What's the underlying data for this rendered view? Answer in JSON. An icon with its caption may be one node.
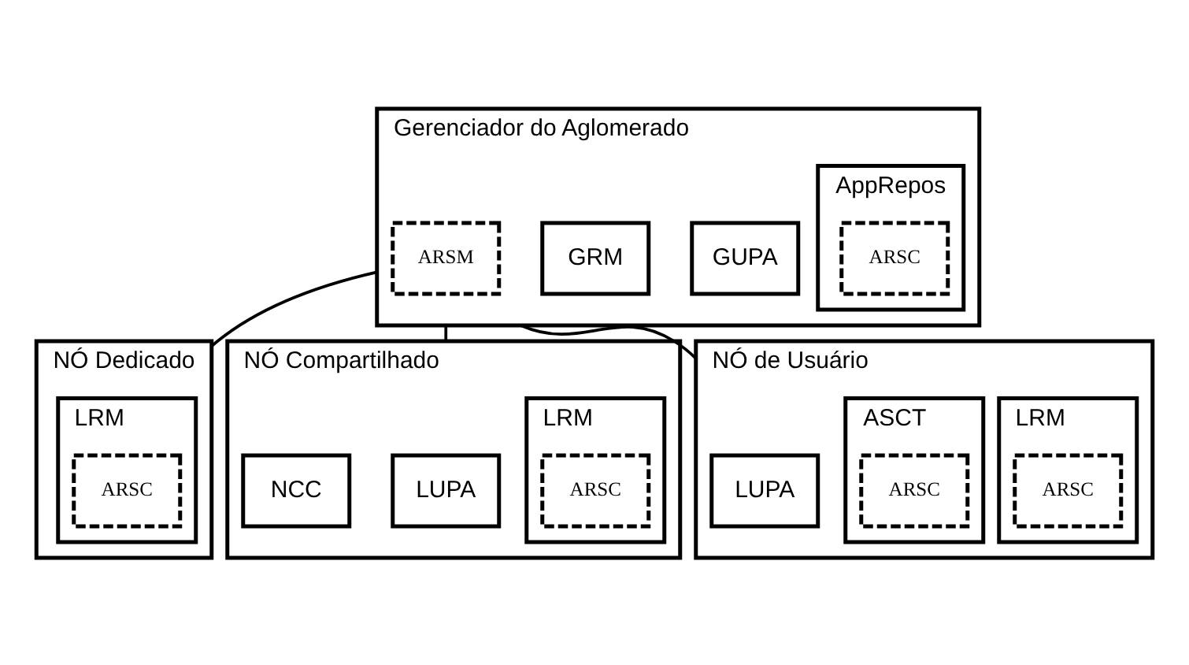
{
  "diagram": {
    "nodes": [
      {
        "text": [
          "Gerenciador do Aglomerado"
        ]
      },
      {
        "text": [
          "GUPA"
        ],
        "in": 0
      },
      {
        "text": [
          "GRM"
        ],
        "in": 0
      },
      {
        "text": [
          "AppRepos"
        ],
        "in": 0
      },
      {
        "text": [
          "ARSC"
        ],
        "in": 3
      },
      {
        "text": [
          "ARSM"
        ],
        "in": 0
      },
      {
        "text": [
          "NÓ Dedicado"
        ]
      },
      {
        "text": [
          "LRM"
        ],
        "in": 6
      },
      {
        "text": [
          "ARSC"
        ],
        "in": 7
      },
      {
        "text": [
          "NÓ Compartilhado"
        ]
      },
      {
        "text": [
          "LUPA"
        ],
        "in": 9
      },
      {
        "text": [
          "LRM"
        ],
        "in": 9
      },
      {
        "text": [
          "ARSC"
        ],
        "in": 11
      },
      {
        "text": [
          "NCC"
        ],
        "in": 9
      },
      {
        "text": [
          "NÓ de Usuário"
        ]
      },
      {
        "text": [
          "LUPA"
        ],
        "in": 14
      },
      {
        "text": [
          "LRM"
        ],
        "in": 14
      },
      {
        "text": [
          "ARSC"
        ],
        "in": 16
      },
      {
        "text": [
          "ASCT"
        ],
        "in": 14
      },
      {
        "text": [
          "ARSC"
        ],
        "in": 18
      }
    ],
    "edges": [
      {
        "from": 0,
        "to": 6,
        "arrow": "none"
      },
      {
        "from": 0,
        "to": 9,
        "arrow": "none"
      },
      {
        "from": 0,
        "to": 14,
        "arrow": "none"
      }
    ]
  }
}
